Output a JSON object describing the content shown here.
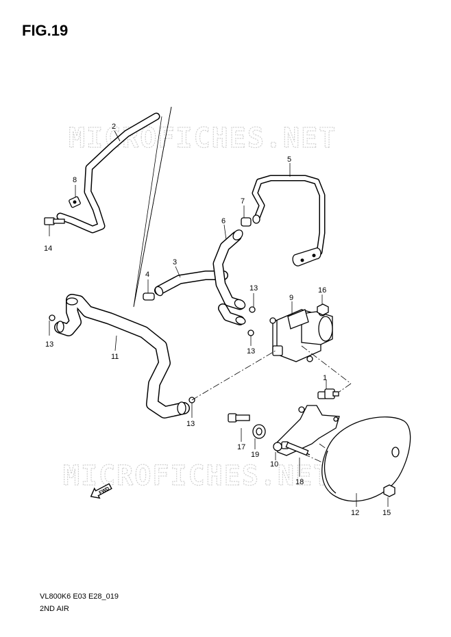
{
  "figure": {
    "title": "FIG.19",
    "model_code": "VL800K6 E03 E28_019",
    "caption": "2ND AIR"
  },
  "watermark": {
    "text": "MICROFICHES.NET"
  },
  "direction_marker": {
    "label": "FWD",
    "icon": "fwd-arrow-icon"
  },
  "callouts": [
    {
      "id": "c1",
      "label": "1"
    },
    {
      "id": "c2",
      "label": "2"
    },
    {
      "id": "c3",
      "label": "3"
    },
    {
      "id": "c4",
      "label": "4"
    },
    {
      "id": "c5",
      "label": "5"
    },
    {
      "id": "c6",
      "label": "6"
    },
    {
      "id": "c7",
      "label": "7"
    },
    {
      "id": "c8",
      "label": "8"
    },
    {
      "id": "c9",
      "label": "9"
    },
    {
      "id": "c10",
      "label": "10"
    },
    {
      "id": "c11",
      "label": "11"
    },
    {
      "id": "c12",
      "label": "12"
    },
    {
      "id": "c13a",
      "label": "13"
    },
    {
      "id": "c13b",
      "label": "13"
    },
    {
      "id": "c13c",
      "label": "13"
    },
    {
      "id": "c13d",
      "label": "13"
    },
    {
      "id": "c14",
      "label": "14"
    },
    {
      "id": "c15",
      "label": "15"
    },
    {
      "id": "c16",
      "label": "16"
    },
    {
      "id": "c17",
      "label": "17"
    },
    {
      "id": "c18",
      "label": "18"
    },
    {
      "id": "c19",
      "label": "19"
    }
  ]
}
